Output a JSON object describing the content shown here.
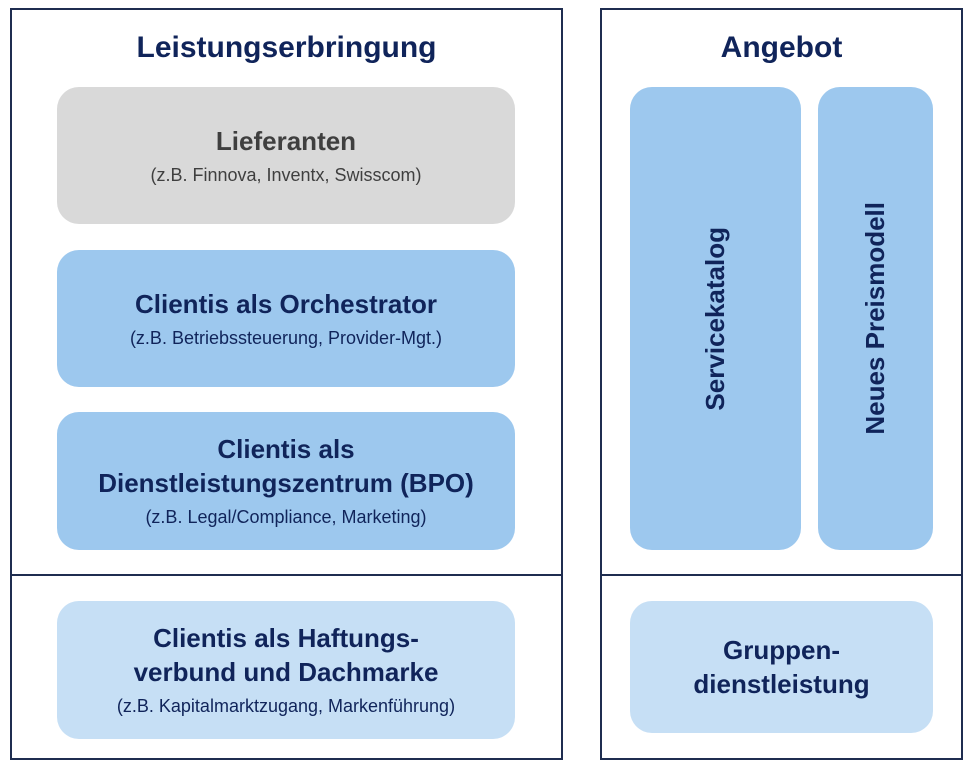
{
  "left_panel": {
    "heading": "Leistungserbringung",
    "suppliers": {
      "title": "Lieferanten",
      "subtitle": "(z.B. Finnova, Inventx, Swisscom)"
    },
    "orchestrator": {
      "title": "Clientis als Orchestrator",
      "subtitle": "(z.B. Betriebssteuerung, Provider-Mgt.)"
    },
    "service_center": {
      "title_line1": "Clientis als",
      "title_line2": "Dienstleistungszentrum (BPO)",
      "subtitle": "(z.B. Legal/Compliance, Marketing)"
    },
    "liability": {
      "title_line1": "Clientis als Haftungs-",
      "title_line2": "verbund und Dachmarke",
      "subtitle": "(z.B. Kapitalmarktzugang, Markenführung)"
    }
  },
  "right_panel": {
    "heading": "Angebot",
    "service_catalog": "Servicekatalog",
    "pricing_model": "Neues Preismodell",
    "group_service": {
      "line1": "Gruppen-",
      "line2": "dienstleistung"
    }
  },
  "colors": {
    "frame": "#1f2d50",
    "text": "#10245a",
    "grey_box": "#d9d9d9",
    "blue_box": "#9dc8ee",
    "light_box": "#c6dff5"
  }
}
